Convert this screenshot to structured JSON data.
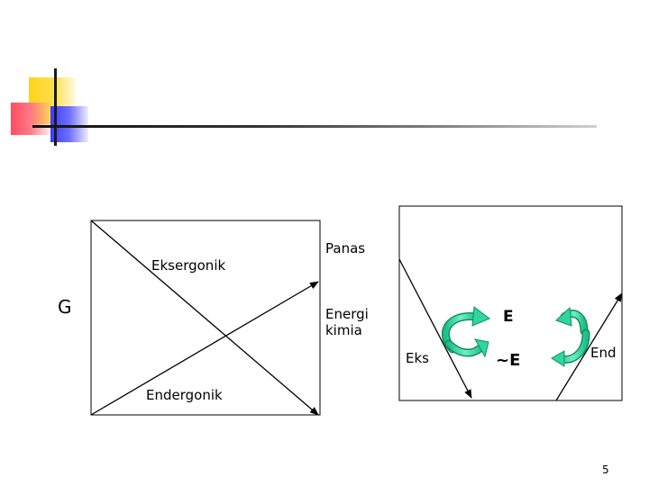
{
  "diagram": {
    "left": {
      "axis_label": "G",
      "upper_label": "Eksergonik",
      "lower_label": "Endergonik"
    },
    "middle": {
      "top_label": "Panas",
      "bottom_label_line1": "Energi",
      "bottom_label_line2": "kimia"
    },
    "right": {
      "left_label": "Eks",
      "right_label": "End",
      "top_center": "E",
      "bottom_center": "~E"
    }
  },
  "page_number": "5",
  "colors": {
    "accent_yellow": "#ffd21a",
    "accent_red": "#ff4d60",
    "accent_blue": "#3a3aff",
    "cycle_arrow": "#2fd6a0"
  }
}
